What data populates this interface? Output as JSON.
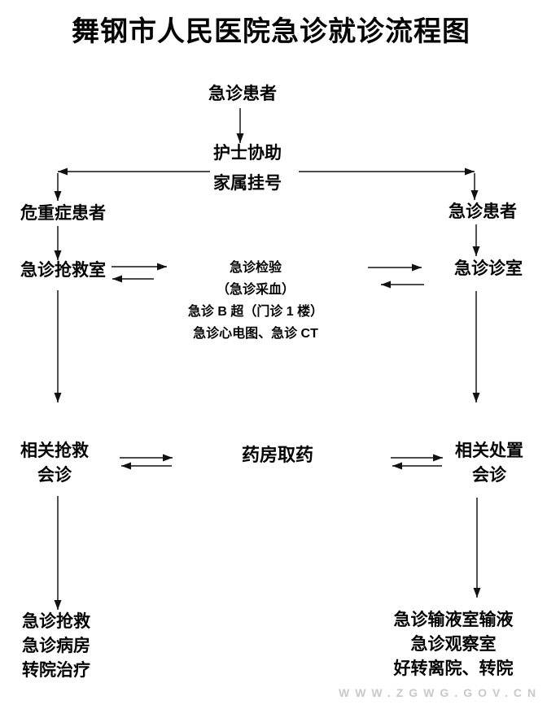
{
  "title": "舞钢市人民医院急诊就诊流程图",
  "flow": {
    "start": "急诊患者",
    "triage": {
      "line1": "护士协助",
      "line2": "家属挂号"
    },
    "left_branch": {
      "patient": "危重症患者",
      "room": "急诊抢救室",
      "consult": {
        "line1": "相关抢救",
        "line2": "会诊"
      },
      "outcome": {
        "line1": "急诊抢救",
        "line2": "急诊病房",
        "line3": "转院治疗"
      }
    },
    "center": {
      "exam": {
        "line1": "急诊检验",
        "line2": "（急诊采血）",
        "line3": "急诊 B 超（门诊 1 楼）",
        "line4": "急诊心电图、急诊 CT"
      },
      "pharmacy": "药房取药"
    },
    "right_branch": {
      "patient": "急诊患者",
      "room": "急诊诊室",
      "consult": {
        "line1": "相关处置",
        "line2": "会诊"
      },
      "outcome": {
        "line1": "急诊输液室输液",
        "line2": "急诊观察室",
        "line3": "好转离院、转院"
      }
    }
  },
  "watermark": "WWW.ZGWG.GOV.CN",
  "colors": {
    "text": "#050505",
    "line": "#333333",
    "watermark": "#c9c9c9",
    "background": "#ffffff"
  }
}
